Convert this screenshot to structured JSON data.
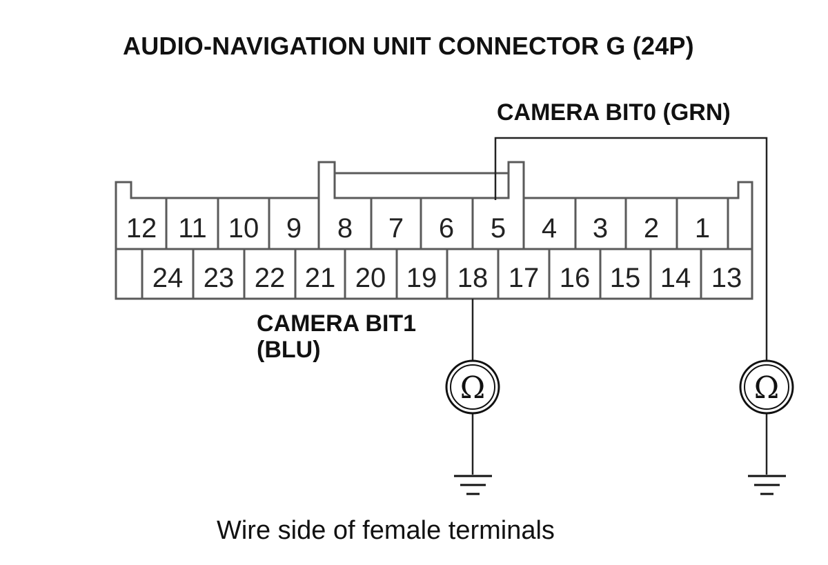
{
  "title": "AUDIO-NAVIGATION UNIT CONNECTOR G (24P)",
  "wires": {
    "bit0_label": "CAMERA BIT0 (GRN)",
    "bit1_label_line1": "CAMERA BIT1",
    "bit1_label_line2": "(BLU)"
  },
  "caption": "Wire side of female terminals",
  "connector": {
    "top_row": [
      "12",
      "11",
      "10",
      "9",
      "8",
      "7",
      "6",
      "5",
      "4",
      "3",
      "2",
      "1"
    ],
    "bottom_row": [
      "24",
      "23",
      "22",
      "21",
      "20",
      "19",
      "18",
      "17",
      "16",
      "15",
      "14",
      "13"
    ]
  },
  "meters": {
    "symbol": "Ω"
  },
  "icons": {
    "ohmmeter": "ohmmeter-icon",
    "ground": "ground-icon"
  }
}
